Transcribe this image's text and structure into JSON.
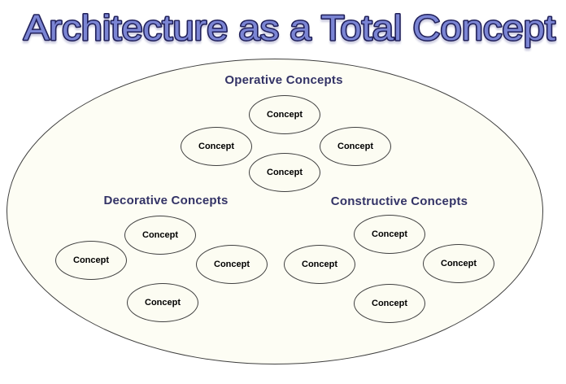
{
  "title": "Architecture as a Total Concept",
  "diagram": {
    "groups": [
      {
        "id": "operative",
        "label": "Operative Concepts",
        "concepts": [
          "Concept",
          "Concept",
          "Concept",
          "Concept"
        ]
      },
      {
        "id": "decorative",
        "label": "Decorative Concepts",
        "concepts": [
          "Concept",
          "Concept",
          "Concept",
          "Concept"
        ]
      },
      {
        "id": "constructive",
        "label": "Constructive Concepts",
        "concepts": [
          "Concept",
          "Concept",
          "Concept",
          "Concept"
        ]
      }
    ]
  },
  "colors": {
    "background": "#ffffff",
    "title_fill": "#7b85d4",
    "title_outline": "#20205a",
    "group_label": "#333366",
    "ellipse_border": "#3f3f3f",
    "ellipse_fill_big": "#fdfdf4",
    "ellipse_fill_small": "#fcfcf2",
    "concept_text": "#000000"
  }
}
